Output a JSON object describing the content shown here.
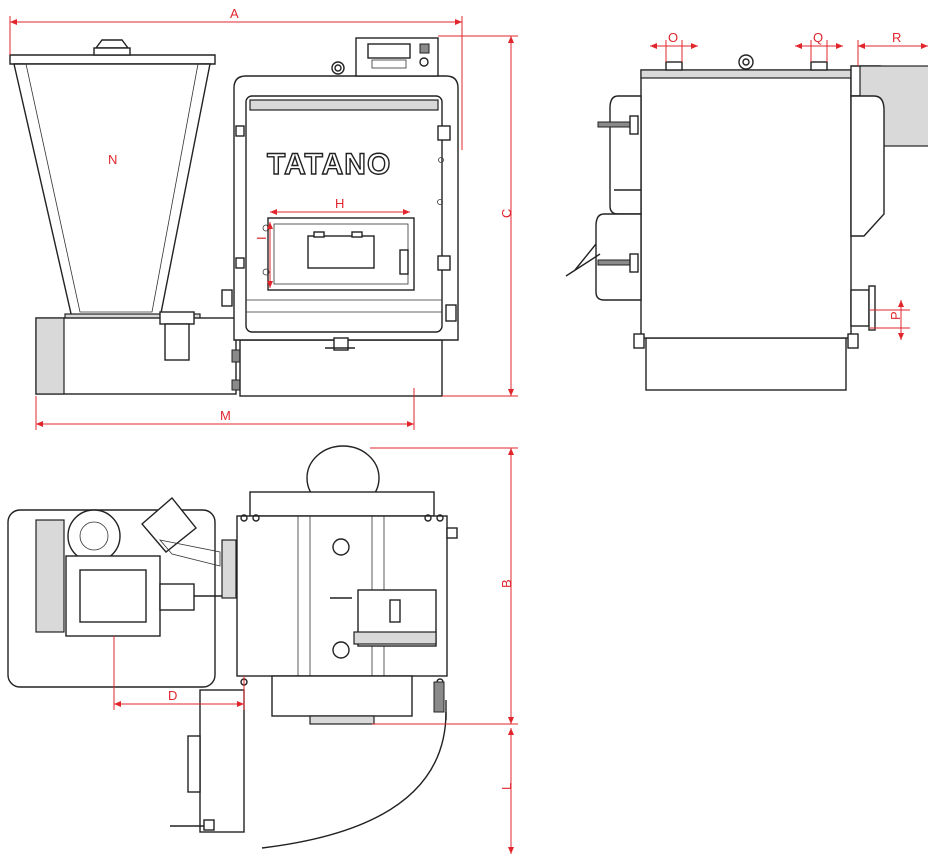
{
  "diagram": {
    "brand": "TATANO",
    "dimensions": {
      "A": "A",
      "B": "B",
      "C": "C",
      "D": "D",
      "H": "H",
      "I": "I",
      "L": "L",
      "M": "M",
      "N": "N",
      "O": "O",
      "P": "P",
      "Q": "Q",
      "R": "R"
    },
    "colors": {
      "dimension": "#e0262c",
      "line": "#222222",
      "panel": "#d9d9d9"
    }
  }
}
